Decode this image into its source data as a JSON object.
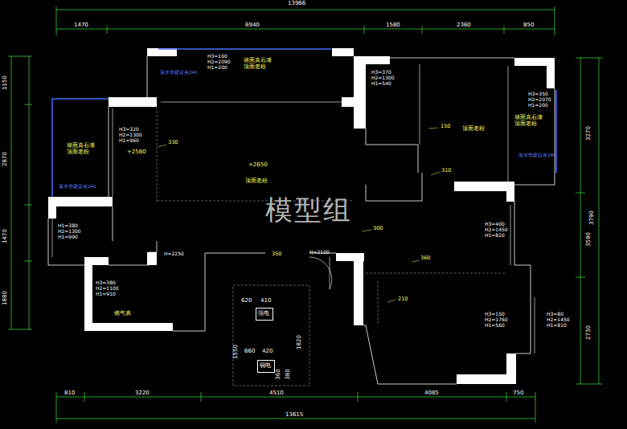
{
  "diagram": {
    "nodes": [
      {
        "text": [
          "强电"
        ]
      },
      {
        "text": [
          "弱电"
        ]
      }
    ],
    "labels": [
      "13966",
      "1470",
      "6940",
      "1580",
      "2360",
      "850",
      "810",
      "3220",
      "4510",
      "4085",
      "750",
      "13615",
      "1150",
      "2870",
      "1470",
      "1880",
      "3270",
      "3790",
      "3590",
      "2730",
      "H3=160 H2=2090 H1=200",
      "墙面真石漆 顶面老粉",
      "落水管建议点240",
      "H3=370 H2=1300 H1=540",
      "150",
      "顶面老粉",
      "H3=350 H2=2070 H1=200",
      "墙面真石漆 顶面老粉",
      "落水管建议点240",
      "H3=320 H2=1300 H1=960",
      "330",
      "+2580",
      "墙面真石漆 顶面老粉",
      "落水管建议点240",
      "+2650",
      "顶面老粉",
      "310",
      "模型组",
      "300",
      "H1=380 H2=1300 H1=990",
      "H3=400 H2=1450 H1=820",
      "H=2250",
      "H=2100",
      "350",
      "H3=380 H2=1100 H1=910",
      "燃气表",
      "210",
      "620",
      "410",
      "1550",
      "660",
      "420",
      "1820",
      "360",
      "380",
      "H3=150 H2=1760 H1=560",
      "H3=80 H2=1450 H1=810",
      "360"
    ]
  }
}
